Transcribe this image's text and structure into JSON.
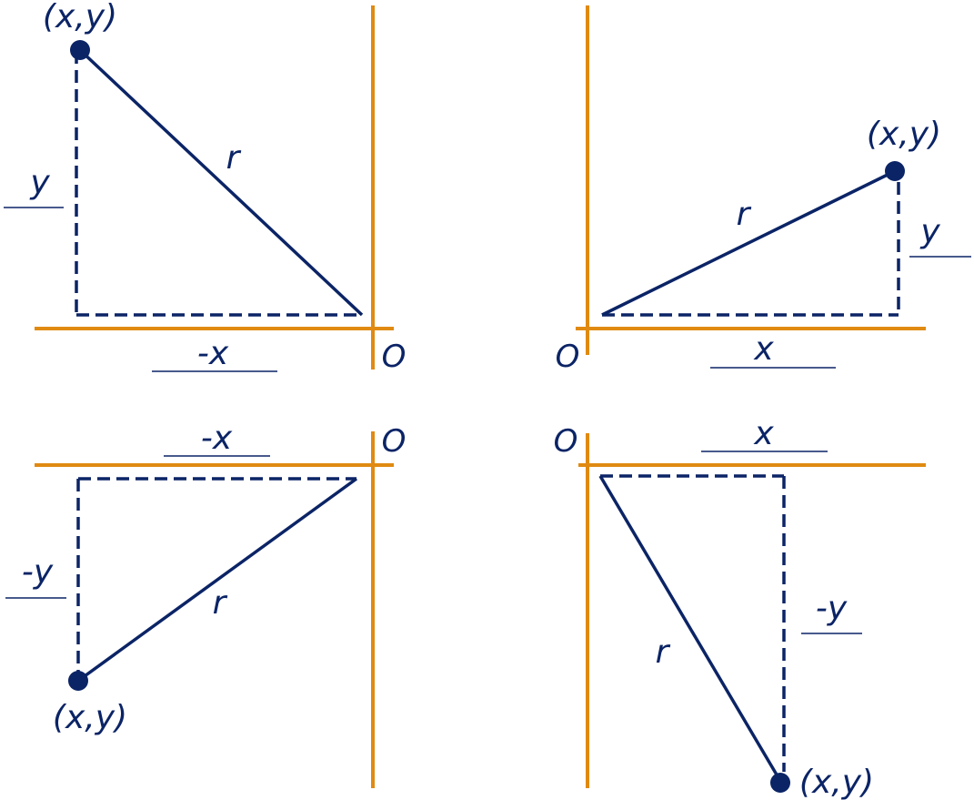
{
  "colors": {
    "axis": "#E08A12",
    "lines": "#0B2466"
  },
  "quadrants": {
    "q2": {
      "point": "(x,y)",
      "radius": "r",
      "horizontal": "-x",
      "vertical": "y",
      "origin": "O"
    },
    "q1": {
      "point": "(x,y)",
      "radius": "r",
      "horizontal": "x",
      "vertical": "y",
      "origin": "O"
    },
    "q3": {
      "point": "(x,y)",
      "radius": "r",
      "horizontal": "-x",
      "vertical": "-y",
      "origin": "O"
    },
    "q4": {
      "point": "(x,y)",
      "radius": "r",
      "horizontal": "x",
      "vertical": "-y",
      "origin": "O"
    }
  }
}
